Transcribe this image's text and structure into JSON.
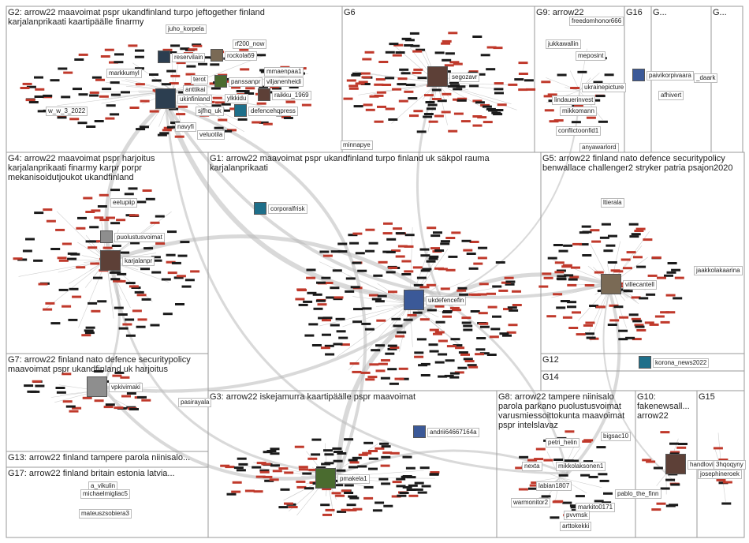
{
  "groups": [
    {
      "id": "G2",
      "label": "G2: arrow22 maavoimat pspr ukandfinland turpo jeftogether finland karjalanprikaati kaartipäälle finarmy"
    },
    {
      "id": "G6",
      "label": "G6"
    },
    {
      "id": "G9",
      "label": "G9: arrow22"
    },
    {
      "id": "G16",
      "label": "G16"
    },
    {
      "id": "Gx1",
      "label": "G..."
    },
    {
      "id": "Gx2",
      "label": "G..."
    },
    {
      "id": "G4",
      "label": "G4: arrow22 maavoimat pspr harjoitus karjalanprikaati finarmy karpr porpr mekanisoidutjoukot ukandfinland"
    },
    {
      "id": "G1",
      "label": "G1: arrow22 maavoimat pspr ukandfinland turpo finland uk säkpol rauma karjalanprikaati"
    },
    {
      "id": "G5",
      "label": "G5: arrow22 finland nato defence securitypolicy benwallace challenger2 stryker patria psajon2020"
    },
    {
      "id": "G7",
      "label": "G7: arrow22 finland nato defence securitypolicy maavoimat pspr ukandfinland uk harjoitus"
    },
    {
      "id": "G12",
      "label": "G12"
    },
    {
      "id": "G14",
      "label": "G14"
    },
    {
      "id": "G3",
      "label": "G3: arrow22 iskejamurra kaartipäälle pspr maavoimat"
    },
    {
      "id": "G8",
      "label": "G8: arrow22 tampere niinisalo parola parkano puolustusvoimat varusmiessoittokunta maavoimat pspr intelslavaz"
    },
    {
      "id": "G10",
      "label": "G10: fakenewsall... arrow22"
    },
    {
      "id": "G15",
      "label": "G15"
    },
    {
      "id": "G13",
      "label": "G13: arrow22 finland tampere parola niinisalo..."
    },
    {
      "id": "G17",
      "label": "G17: arrow22 finland britain estonia latvia..."
    }
  ],
  "nodes": [
    {
      "name": "juho_korpela"
    },
    {
      "name": "rf200_now"
    },
    {
      "name": "rockola69"
    },
    {
      "name": "reservilain"
    },
    {
      "name": "markkumyl"
    },
    {
      "name": "mmaenpaa1"
    },
    {
      "name": "viljanenheidi"
    },
    {
      "name": "terot"
    },
    {
      "name": "panssanpr"
    },
    {
      "name": "anttikai"
    },
    {
      "name": "ukinfinland"
    },
    {
      "name": "ylkkidu"
    },
    {
      "name": "raikku_1969"
    },
    {
      "name": "defencehqpress"
    },
    {
      "name": "sjfhq_uk"
    },
    {
      "name": "w_w_3_2022"
    },
    {
      "name": "navyfi"
    },
    {
      "name": "veluotila"
    },
    {
      "name": "minnapye"
    },
    {
      "name": "segozavr"
    },
    {
      "name": "freedomhonor666"
    },
    {
      "name": "jukkawallin"
    },
    {
      "name": "meposint"
    },
    {
      "name": "ukrainepicture"
    },
    {
      "name": "lindauerinvest"
    },
    {
      "name": "mikkomann"
    },
    {
      "name": "conflictoonfid1"
    },
    {
      "name": "anyawarlord"
    },
    {
      "name": "paivikorpivaara"
    },
    {
      "name": "_daark"
    },
    {
      "name": "afhivert"
    },
    {
      "name": "eetupiip"
    },
    {
      "name": "puolustusvoimat"
    },
    {
      "name": "karjalanpr"
    },
    {
      "name": "corporalfrisk"
    },
    {
      "name": "ukdefencefin"
    },
    {
      "name": "ltierala"
    },
    {
      "name": "villecantell"
    },
    {
      "name": "jaakkolakaarina"
    },
    {
      "name": "vpkivimaki"
    },
    {
      "name": "pasirayala"
    },
    {
      "name": "korona_news2022"
    },
    {
      "name": "andrii64667164a"
    },
    {
      "name": "pmakela1"
    },
    {
      "name": "petri_helin"
    },
    {
      "name": "bigsac10"
    },
    {
      "name": "nexta"
    },
    {
      "name": "mikkolaksonen1"
    },
    {
      "name": "labian1807"
    },
    {
      "name": "pablo_the_finn"
    },
    {
      "name": "markito0171"
    },
    {
      "name": "warmonitor2"
    },
    {
      "name": "pvvmsk"
    },
    {
      "name": "arttokekki"
    },
    {
      "name": "handloviec"
    },
    {
      "name": "3hqoqyny"
    },
    {
      "name": "josephineroek"
    },
    {
      "name": "a_vikulin"
    },
    {
      "name": "michaelmigliac5"
    },
    {
      "name": "mateuszsobiera3"
    }
  ],
  "colors": {
    "edge": "#b9b9b9",
    "node": "#1a1a1a",
    "node_accent": "#c0392b",
    "box": "#9a9a9a"
  }
}
